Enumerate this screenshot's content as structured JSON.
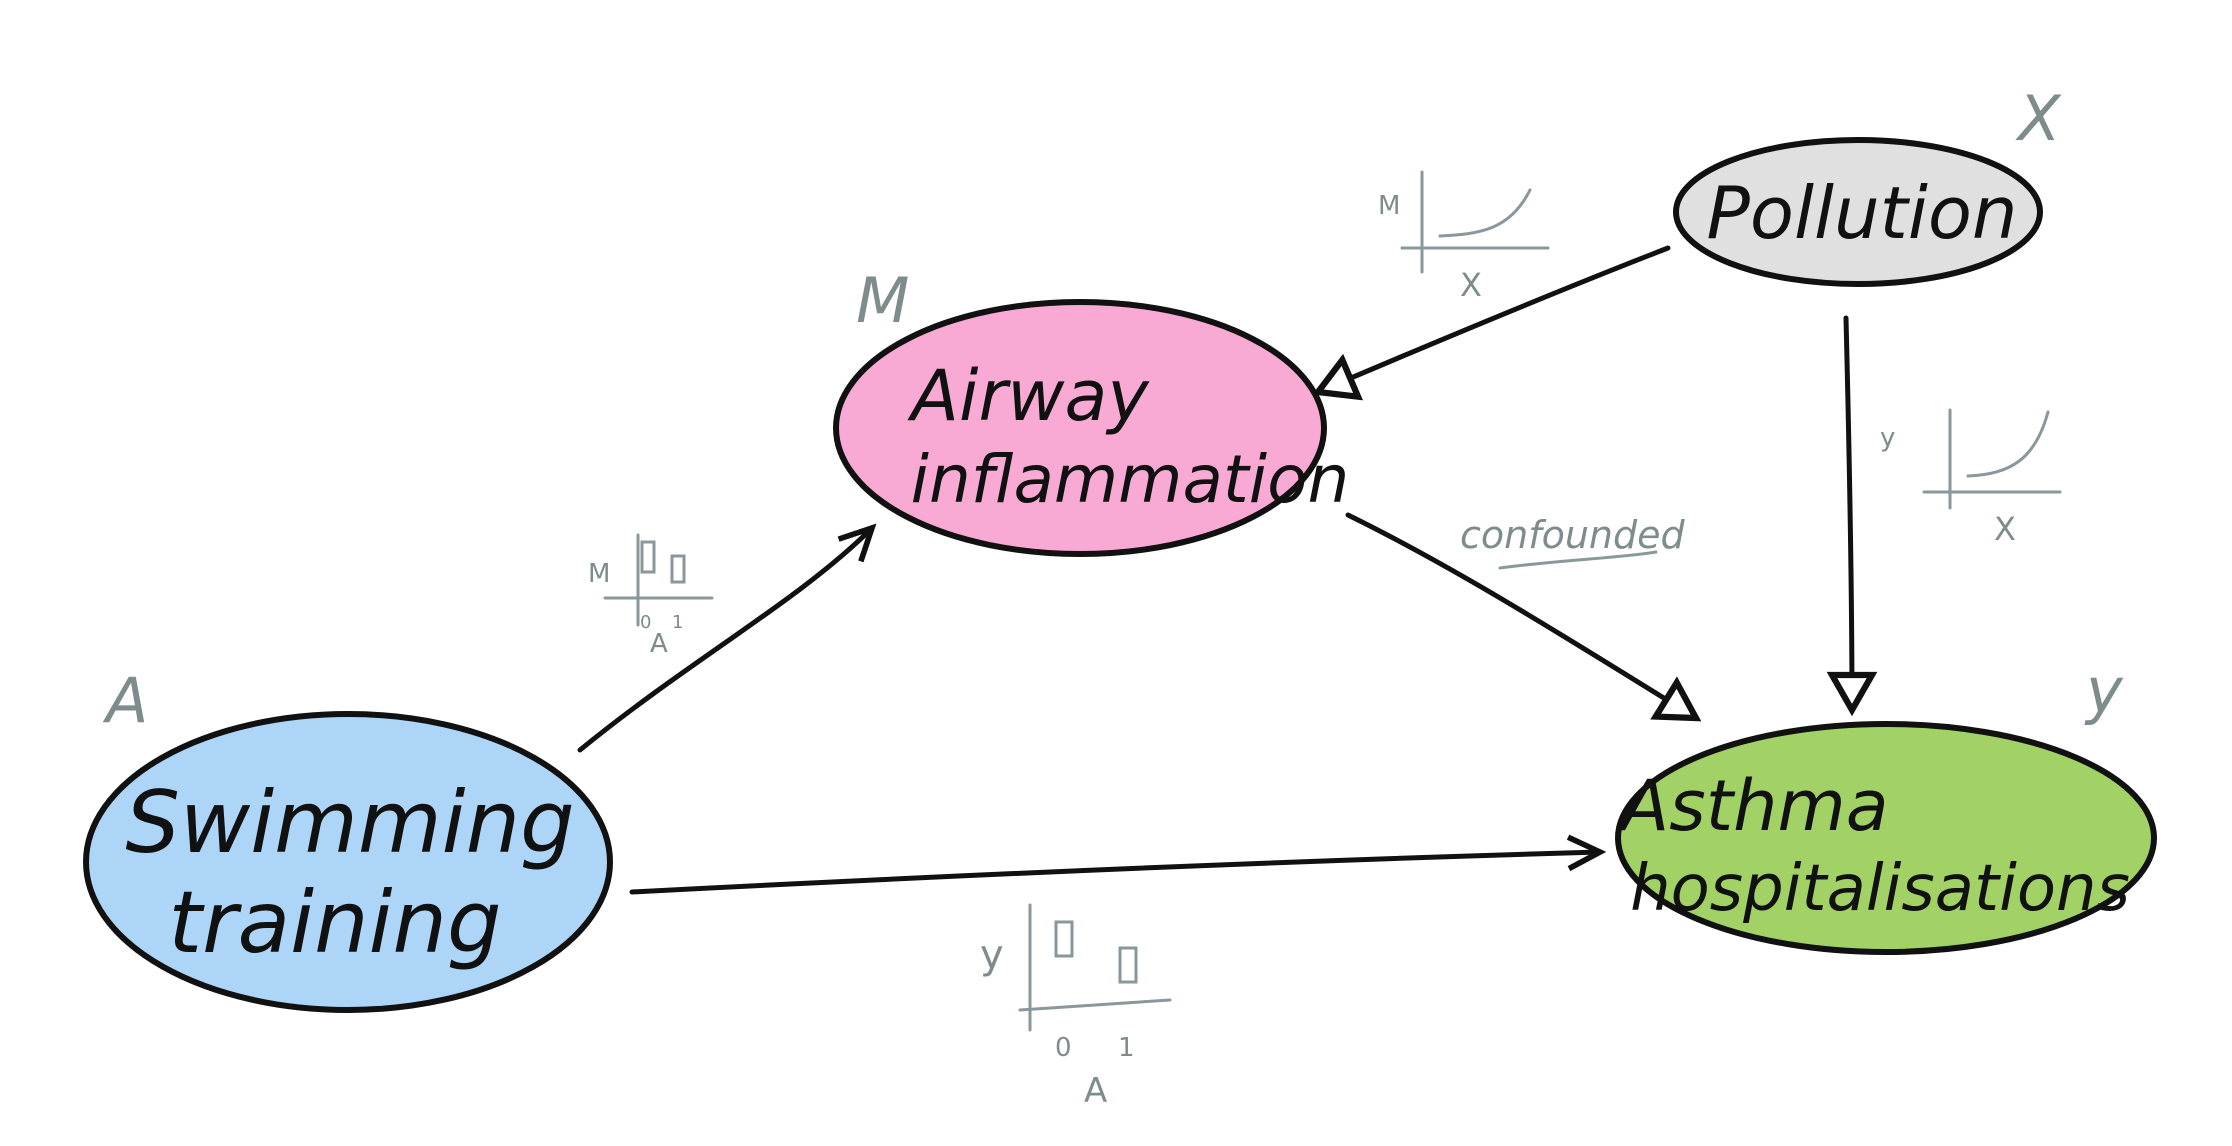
{
  "colors": {
    "ink": "#111111",
    "annotation": "#7f8c8d",
    "exposure_fill": "#acd5f8",
    "mediator_fill": "#f8aad4",
    "confounder_fill": "#e0e0e0",
    "outcome_fill": "#a2d266",
    "background": "#ffffff"
  },
  "nodes": {
    "exposure": {
      "letter": "A",
      "line1": "Swimming",
      "line2": "training"
    },
    "mediator": {
      "letter": "M",
      "line1": "Airway",
      "line2": "inflammation"
    },
    "confounder": {
      "letter": "X",
      "line1": "Pollution",
      "line2": ""
    },
    "outcome": {
      "letter": "y",
      "line1": "Asthma",
      "line2": "hospitalisations"
    }
  },
  "edges": [
    {
      "from": "A",
      "to": "M"
    },
    {
      "from": "A",
      "to": "y"
    },
    {
      "from": "X",
      "to": "M"
    },
    {
      "from": "X",
      "to": "y"
    },
    {
      "from": "M",
      "to": "y",
      "label": "confounded"
    }
  ],
  "mini_plots": {
    "a_to_m": {
      "type": "boxplot",
      "ylabel": "M",
      "xlabel": "A",
      "ticks": [
        "0",
        "1"
      ]
    },
    "a_to_y": {
      "type": "boxplot",
      "ylabel": "y",
      "xlabel": "A",
      "ticks": [
        "0",
        "1"
      ]
    },
    "x_to_m": {
      "type": "curve",
      "ylabel": "M",
      "xlabel": "X"
    },
    "x_to_y": {
      "type": "curve",
      "ylabel": "y",
      "xlabel": "X"
    }
  }
}
